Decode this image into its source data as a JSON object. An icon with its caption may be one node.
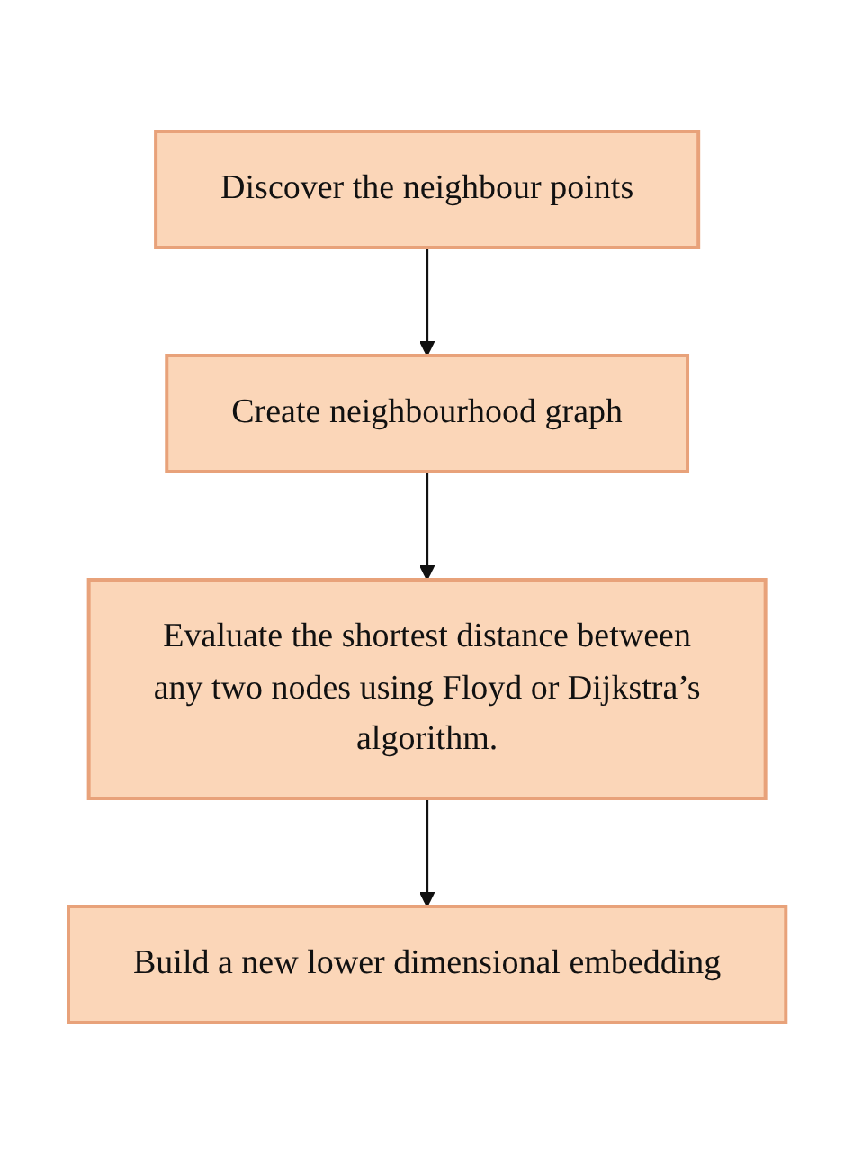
{
  "diagram": {
    "nodes": [
      {
        "text": [
          "Discover the neighbour points"
        ]
      },
      {
        "text": [
          "Create neighbourhood graph"
        ]
      },
      {
        "text": [
          "Evaluate the shortest distance between any two nodes using Floyd or Dijkstra’s algorithm."
        ]
      },
      {
        "text": [
          "Build a new lower dimensional embedding"
        ]
      }
    ],
    "edges": [
      {
        "from": 0,
        "to": 1,
        "arrow": "to"
      },
      {
        "from": 1,
        "to": 2,
        "arrow": "to"
      },
      {
        "from": 2,
        "to": 3,
        "arrow": "to"
      }
    ]
  }
}
